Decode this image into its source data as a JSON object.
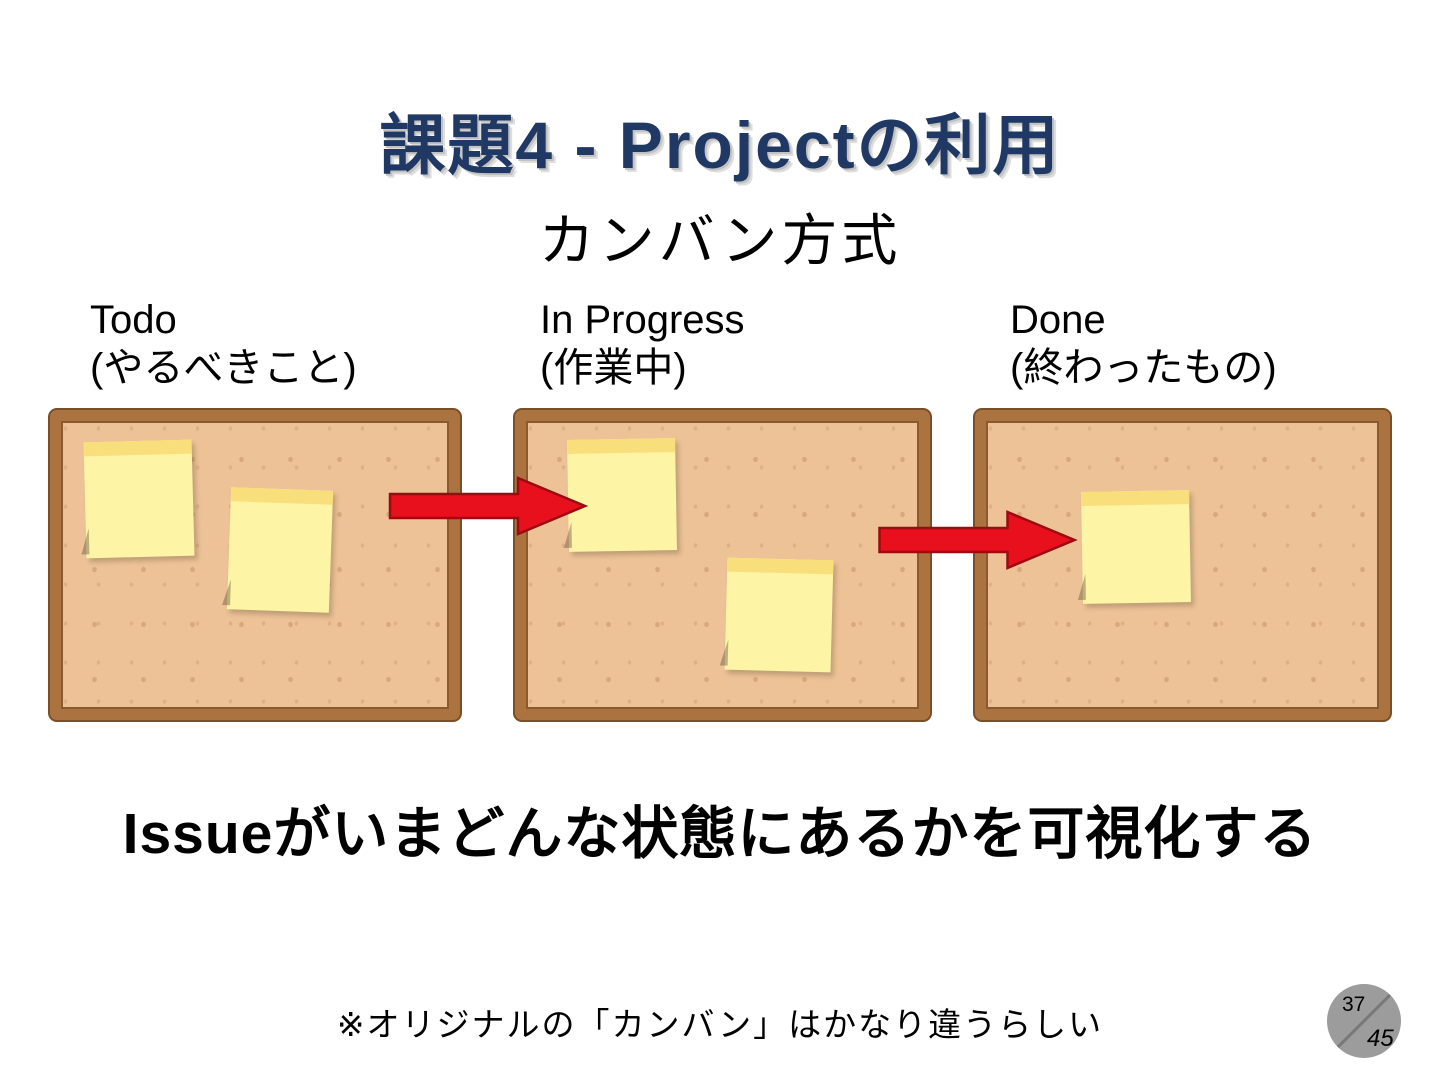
{
  "slide": {
    "title": "課題4 - Projectの利用",
    "subtitle": "カンバン方式",
    "columns": [
      {
        "label": "Todo",
        "sublabel": "(やるべきこと)"
      },
      {
        "label": "In Progress",
        "sublabel": "(作業中)"
      },
      {
        "label": "Done",
        "sublabel": "(終わったもの)"
      }
    ],
    "caption": "Issueがいまどんな状態にあるかを可視化する",
    "footnote": "※オリジナルの「カンバン」はかなり違うらしい",
    "page_indicator": {
      "current": "37",
      "total": "45"
    }
  },
  "colors": {
    "title_navy": "#1f3864",
    "arrow_red": "#e8101c",
    "arrow_outline": "#9c0a12",
    "board_frame_brown": "#ab7340",
    "board_cork_tan": "#edc296",
    "sticky_note_yellow": "#fdf4a6",
    "sticky_note_strip": "#f9df7c",
    "page_badge_gray": "#9c9c9c"
  }
}
